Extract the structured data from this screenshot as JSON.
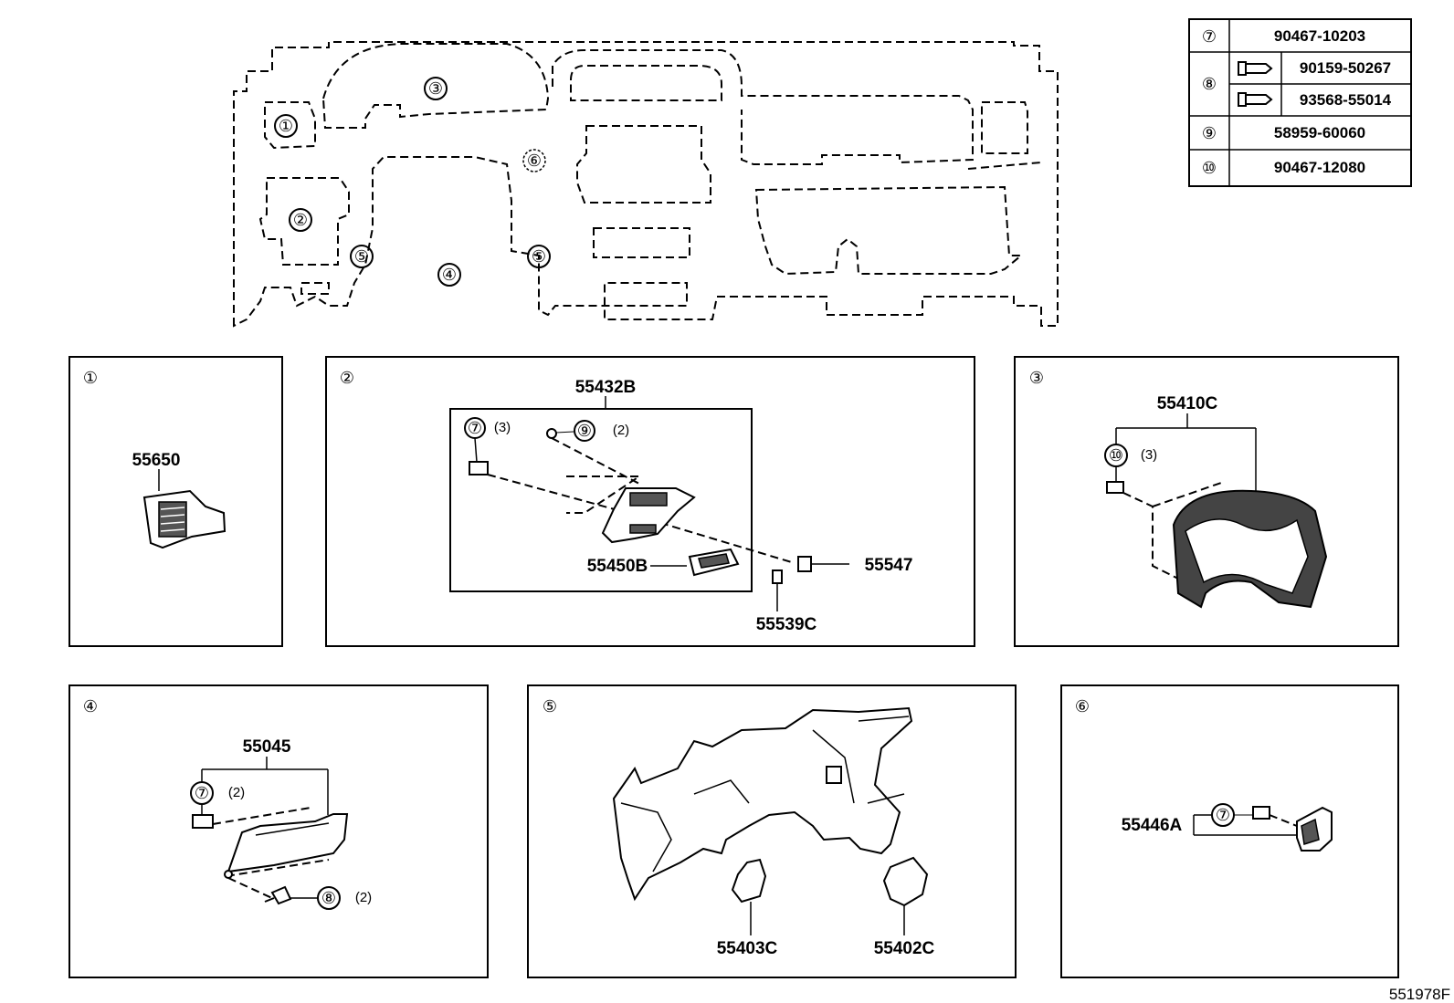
{
  "diagram_id": "551978F",
  "circles": [
    "①",
    "②",
    "③",
    "④",
    "⑤",
    "⑥",
    "⑦",
    "⑧",
    "⑨",
    "⑩"
  ],
  "fastener_table": {
    "rows": [
      {
        "ref": "⑦",
        "parts": [
          "90467-10203"
        ]
      },
      {
        "ref": "⑧",
        "parts": [
          "90159-50267",
          "93568-55014"
        ]
      },
      {
        "ref": "⑨",
        "parts": [
          "58959-60060"
        ]
      },
      {
        "ref": "⑩",
        "parts": [
          "90467-12080"
        ]
      }
    ]
  },
  "panels": {
    "p1": {
      "ref": "①",
      "parts": [
        "55650"
      ]
    },
    "p2": {
      "ref": "②",
      "parts": [
        "55432B",
        "55450B",
        "55547",
        "55539C"
      ],
      "callouts": [
        {
          "ref": "⑦",
          "qty": "(3)"
        },
        {
          "ref": "⑨",
          "qty": "(2)"
        }
      ]
    },
    "p3": {
      "ref": "③",
      "parts": [
        "55410C"
      ],
      "callouts": [
        {
          "ref": "⑩",
          "qty": "(3)"
        }
      ]
    },
    "p4": {
      "ref": "④",
      "parts": [
        "55045"
      ],
      "callouts": [
        {
          "ref": "⑦",
          "qty": "(2)"
        },
        {
          "ref": "⑧",
          "qty": "(2)"
        }
      ]
    },
    "p5": {
      "ref": "⑤",
      "parts": [
        "55403C",
        "55402C"
      ]
    },
    "p6": {
      "ref": "⑥",
      "parts": [
        "55446A"
      ],
      "callouts": [
        {
          "ref": "⑦",
          "qty": ""
        }
      ]
    }
  }
}
